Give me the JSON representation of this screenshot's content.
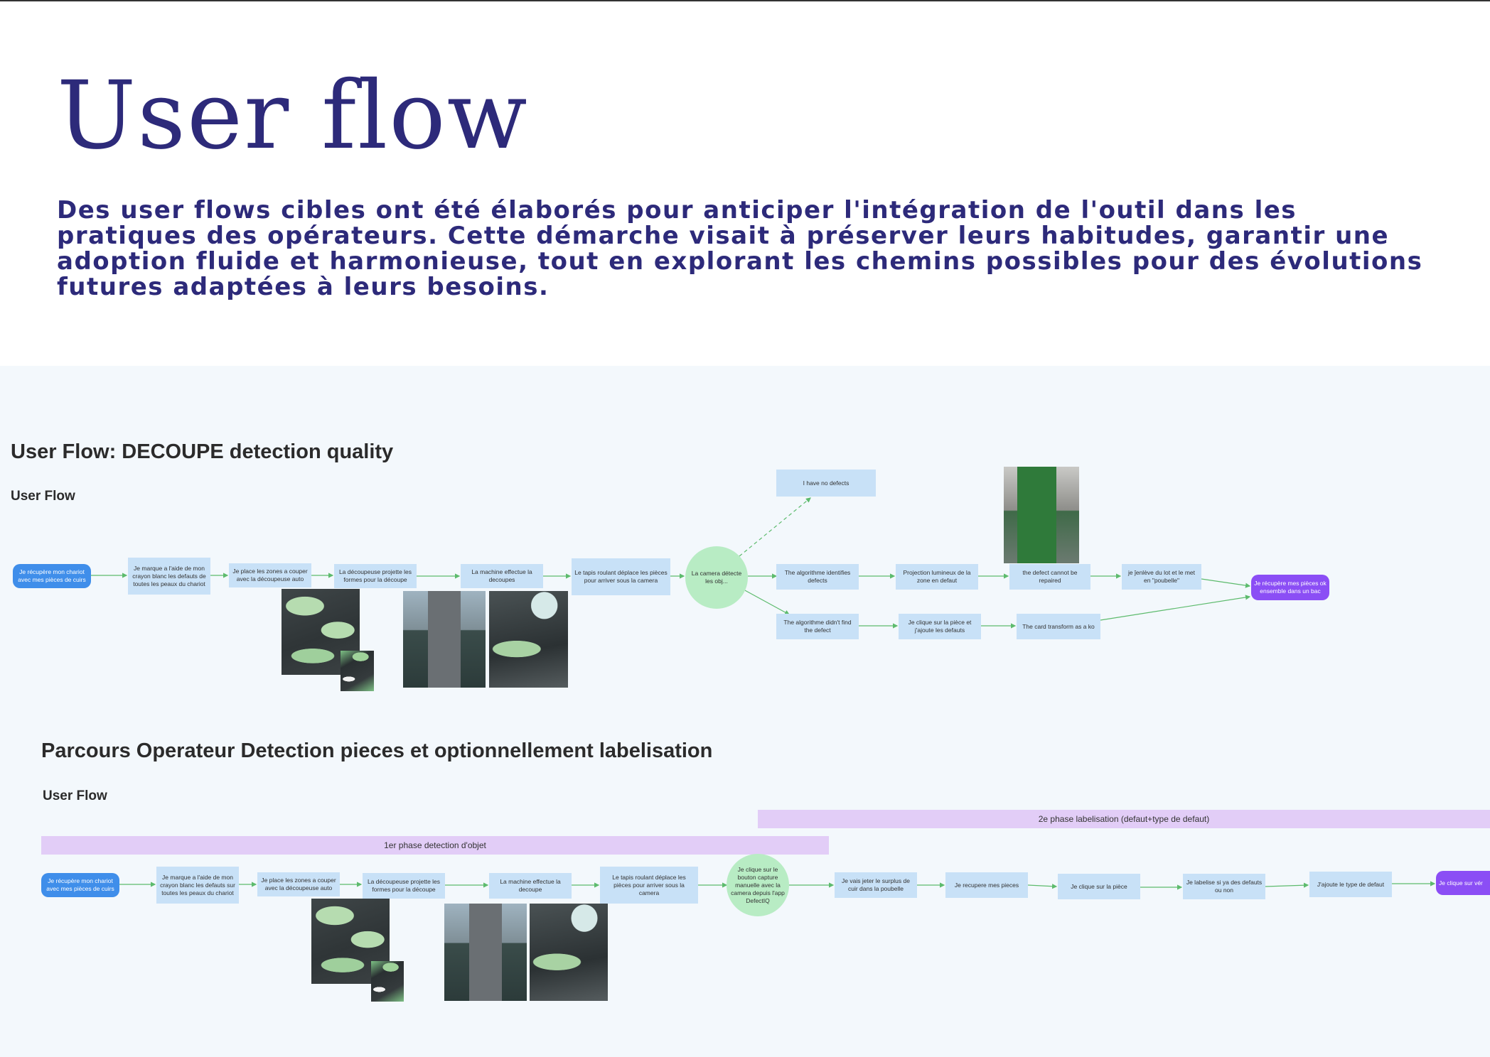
{
  "page": {
    "title": "User flow",
    "intro": "Des user flows cibles ont été élaborés pour anticiper l'intégration de l'outil dans les pratiques des opérateurs. Cette démarche visait à préserver leurs habitudes, garantir une adoption fluide et harmonieuse, tout en explorant les chemins possibles pour des évolutions futures adaptées à leurs besoins."
  },
  "flow1": {
    "title": "User Flow: DECOUPE  detection quality",
    "subtitle": "User Flow",
    "n1": "Je récupère mon chariot avec mes pièces de cuirs",
    "n2": "Je marque a l'aide de mon crayon blanc les defauts de toutes les peaux du chariot",
    "n3": "Je place les zones a couper avec la découpeuse auto",
    "n4": "La découpeuse projette les formes pour la découpe",
    "n5": "La machine effectue la decoupes",
    "n6": "Le tapis roulant déplace les pièces pour arriver sous la camera",
    "n7": "La camera détecte les obj...",
    "n8": "I have no defects",
    "n9": "The algorithme identifies defects",
    "n10": "Projection lumineux de la zone en defaut",
    "n11": "the defect cannot be repaired",
    "n12": "je ĵenlève du lot et le met en \"poubelle\"",
    "n13": "Je récupère mes pièces ok ensemble dans un bac",
    "n14": "The algorithme didn't find the defect",
    "n15": "Je clique sur la pièce et j'ajoute les defauts",
    "n16": "The card transform as a ko"
  },
  "flow2": {
    "title": "Parcours Operateur Detection pieces et optionnellement labelisation",
    "subtitle": "User Flow",
    "phase1": "1er phase detection d'objet",
    "phase2": "2e phase labelisation (defaut+type de defaut)",
    "n1": "Je récupère mon chariot avec mes pièces de cuirs",
    "n2": "Je marque a l'aide de mon crayon blanc les defauts sur toutes les peaux du chariot",
    "n3": "Je place les zones a couper avec la découpeuse auto",
    "n4": "La découpeuse projette les formes pour la découpe",
    "n5": "La machine effectue la decoupe",
    "n6": "Le tapis roulant déplace les pièces pour arriver sous la camera",
    "n7": "Je clique sur le bouton capture manuelle avec la camera depuis l'app DefectIQ",
    "n8": "Je vais jeter le surplus de cuir dans la poubelle",
    "n9": "Je recupere mes pieces",
    "n10": "Je clique sur la pièce",
    "n11": "Je labelise si ya des defauts ou non",
    "n12": "J'ajoute le type de defaut",
    "n13": "Je clique sur vér"
  },
  "colors": {
    "title": "#2d2a7a",
    "node": "#c8e1f7",
    "start": "#3f8eea",
    "end": "#8b4ef5",
    "decision": "#b8ecc4",
    "phase": "#e2cdf7",
    "edge": "#5dbb6d"
  }
}
